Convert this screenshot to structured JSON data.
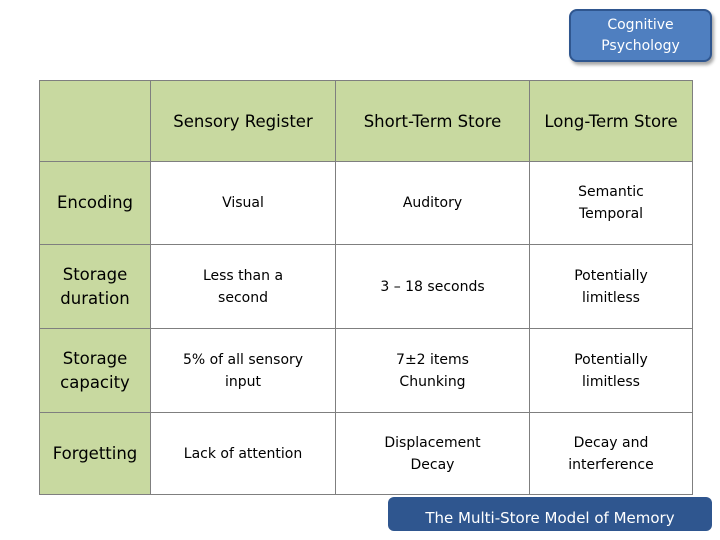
{
  "badge": {
    "lines": [
      "Cognitive",
      "Psychology"
    ]
  },
  "footer": {
    "title": "The Multi-Store Model of Memory"
  },
  "table": {
    "columns": [
      "",
      "Sensory Register",
      "Short-Term Store",
      "Long-Term Store"
    ],
    "rows": [
      {
        "label": [
          "Encoding"
        ],
        "cells": [
          [
            "Visual"
          ],
          [
            "Auditory"
          ],
          [
            "Semantic",
            "Temporal"
          ]
        ]
      },
      {
        "label": [
          "Storage",
          "duration"
        ],
        "cells": [
          [
            "Less than a",
            "second"
          ],
          [
            "3 – 18 seconds"
          ],
          [
            "Potentially",
            "limitless"
          ]
        ]
      },
      {
        "label": [
          "Storage",
          "capacity"
        ],
        "cells": [
          [
            "5% of all sensory",
            "input"
          ],
          [
            "7±2 items",
            "Chunking"
          ],
          [
            "Potentially",
            "limitless"
          ]
        ]
      },
      {
        "label": [
          "Forgetting"
        ],
        "cells": [
          [
            "Lack of attention"
          ],
          [
            "Displacement",
            "Decay"
          ],
          [
            "Decay and",
            "interference"
          ]
        ]
      }
    ]
  }
}
